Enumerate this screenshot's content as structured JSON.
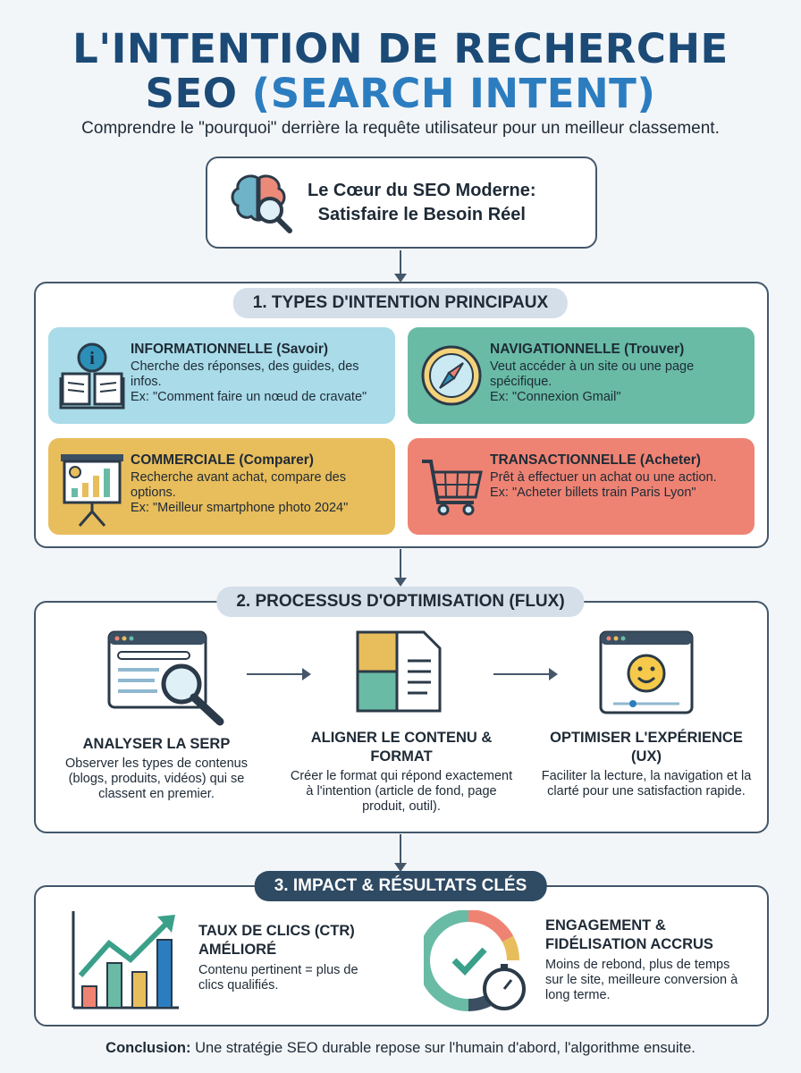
{
  "header": {
    "title_line1": "L'INTENTION DE RECHERCHE",
    "title_line2a": "SEO",
    "title_line2b": "(SEARCH INTENT)",
    "subtitle": "Comprendre le \"pourquoi\" derrière la requête utilisateur pour un meilleur classement."
  },
  "hero": {
    "line1": "Le Cœur du SEO Moderne:",
    "line2": "Satisfaire le Besoin Réel",
    "icon": "brain-magnifier-icon"
  },
  "section1": {
    "label": "1. TYPES D'INTENTION PRINCIPAUX",
    "cards": [
      {
        "title": "INFORMATIONNELLE (Savoir)",
        "text": "Cherche des réponses, des guides, des infos.",
        "example": "Ex: \"Comment faire un nœud de cravate\"",
        "color": "#a9dbe8",
        "icon": "book-info-icon"
      },
      {
        "title": "NAVIGATIONNELLE (Trouver)",
        "text": "Veut accéder à un site ou une page spécifique.",
        "example": "Ex: \"Connexion Gmail\"",
        "color": "#69bba6",
        "icon": "compass-icon"
      },
      {
        "title": "COMMERCIALE (Comparer)",
        "text": "Recherche avant achat, compare des options.",
        "example": "Ex: \"Meilleur smartphone photo 2024\"",
        "color": "#e8bd5b",
        "icon": "presentation-chart-icon"
      },
      {
        "title": "TRANSACTIONNELLE (Acheter)",
        "text": "Prêt à effectuer un achat ou une action.",
        "example": "Ex: \"Acheter billets train Paris Lyon\"",
        "color": "#ef8373",
        "icon": "shopping-cart-icon"
      }
    ]
  },
  "section2": {
    "label": "2. PROCESSUS D'OPTIMISATION (FLUX)",
    "steps": [
      {
        "title": "ANALYSER LA SERP",
        "text": "Observer les types de contenus (blogs, produits, vidéos) qui se classent en premier.",
        "icon": "browser-search-icon"
      },
      {
        "title": "ALIGNER LE CONTENU & FORMAT",
        "text": "Créer le format qui répond exactement à l'intention (article de fond, page produit, outil).",
        "icon": "puzzle-document-icon"
      },
      {
        "title": "OPTIMISER L'EXPÉRIENCE (UX)",
        "text": "Faciliter la lecture, la navigation et la clarté pour une satisfaction rapide.",
        "icon": "browser-smiley-icon"
      }
    ]
  },
  "section3": {
    "label": "3. IMPACT & RÉSULTATS CLÉS",
    "items": [
      {
        "title": "TAUX DE CLICS (CTR) AMÉLIORÉ",
        "text": "Contenu pertinent = plus de clics qualifiés.",
        "icon": "growth-chart-icon"
      },
      {
        "title": "ENGAGEMENT & FIDÉLISATION ACCRUS",
        "text": "Moins de rebond, plus de temps sur le site, meilleure conversion à long terme.",
        "icon": "gauge-stopwatch-icon"
      }
    ]
  },
  "conclusion": {
    "label": "Conclusion:",
    "text": " Une stratégie SEO durable repose sur l'humain d'abord, l'algorithme ensuite."
  }
}
